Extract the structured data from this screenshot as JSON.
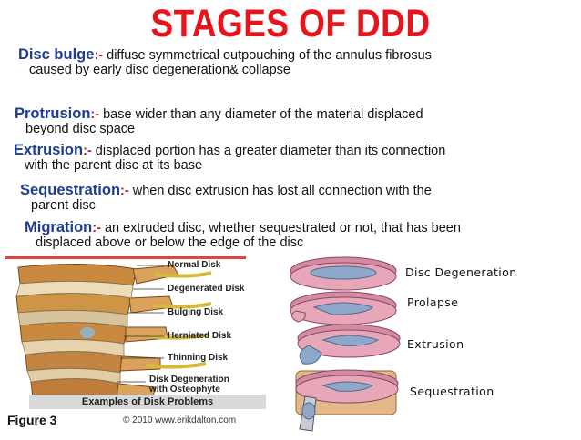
{
  "title": "STAGES OF DDD",
  "definitions": [
    {
      "term": "Disc bulge",
      "sep": ":-",
      "line1": " diffuse symmetrical outpouching of the annulus fibrosus",
      "line2": "caused by early disc degeneration& collapse"
    },
    {
      "term": "Protrusion",
      "sep": ":-",
      "line1": " base wider than any diameter of the material displaced",
      "line2": "beyond disc space"
    },
    {
      "term": "Extrusion",
      "sep": ":-",
      "line1": " displaced portion has a greater diameter than its connection",
      "line2": "with the parent disc at its base"
    },
    {
      "term": "Sequestration",
      "sep": ":-",
      "line1": " when disc extrusion has lost all connection with the",
      "line2": "parent disc"
    },
    {
      "term": "Migration",
      "sep": ":-",
      "line1": " an extruded disc, whether sequestrated or not, that has been",
      "line2": "displaced above or below the edge of the disc"
    }
  ],
  "spine_figure": {
    "labels": [
      "Normal Disk",
      "Degenerated Disk",
      "Bulging Disk",
      "Herniated Disk",
      "Thinning Disk",
      "Disk Degeneration with Osteophyte Formation"
    ],
    "banner": "Examples of Disk Problems",
    "figure_label": "Figure 3",
    "copyright": "© 2010 www.erikdalton.com"
  },
  "stages_figure": {
    "labels": [
      "Disc Degeneration",
      "Prolapse",
      "Extrusion",
      "Sequestration"
    ]
  },
  "colors": {
    "title": "#e8141b",
    "term": "#1f3d8f",
    "separator": "#c11a1a"
  }
}
